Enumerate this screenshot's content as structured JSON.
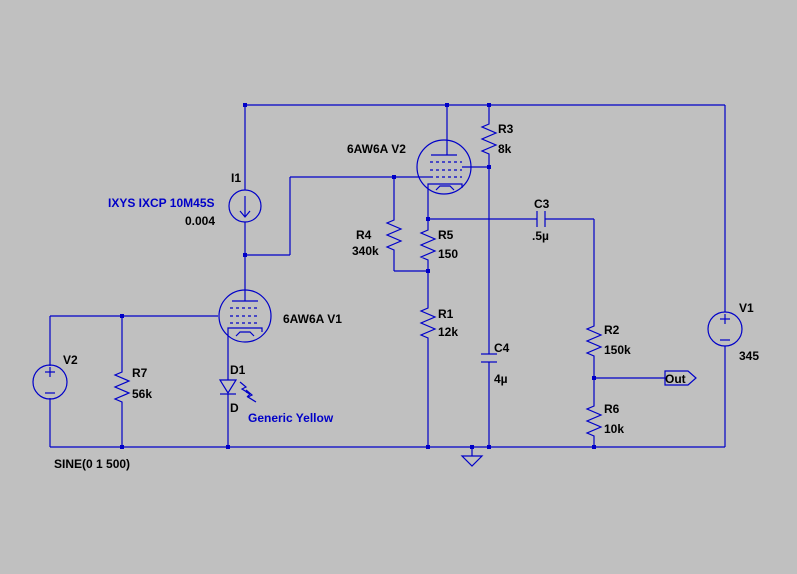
{
  "components": {
    "i1": {
      "ref": "I1",
      "model": "IXYS IXCP 10M45S",
      "value": "0.004"
    },
    "v2_tube": {
      "ref": "6AW6A V2"
    },
    "v1_tube": {
      "ref": "6AW6A V1"
    },
    "r3": {
      "ref": "R3",
      "value": "8k"
    },
    "r4": {
      "ref": "R4",
      "value": "340k"
    },
    "r5": {
      "ref": "R5",
      "value": "150"
    },
    "r1": {
      "ref": "R1",
      "value": "12k"
    },
    "c3": {
      "ref": "C3",
      "value": ".5µ"
    },
    "c4": {
      "ref": "C4",
      "value": "4µ"
    },
    "r2": {
      "ref": "R2",
      "value": "150k"
    },
    "r6": {
      "ref": "R6",
      "value": "10k"
    },
    "r7": {
      "ref": "R7",
      "value": "56k"
    },
    "v1_src": {
      "ref": "V1",
      "value": "345"
    },
    "v2_src": {
      "ref": "V2",
      "value": "SINE(0 1 500)"
    },
    "d1": {
      "ref": "D1",
      "pin": "D",
      "model": "Generic Yellow"
    },
    "out": {
      "label": "Out"
    }
  },
  "colors": {
    "background": "#c0c0c0",
    "wire": "#0000c8",
    "text": "#000000"
  }
}
